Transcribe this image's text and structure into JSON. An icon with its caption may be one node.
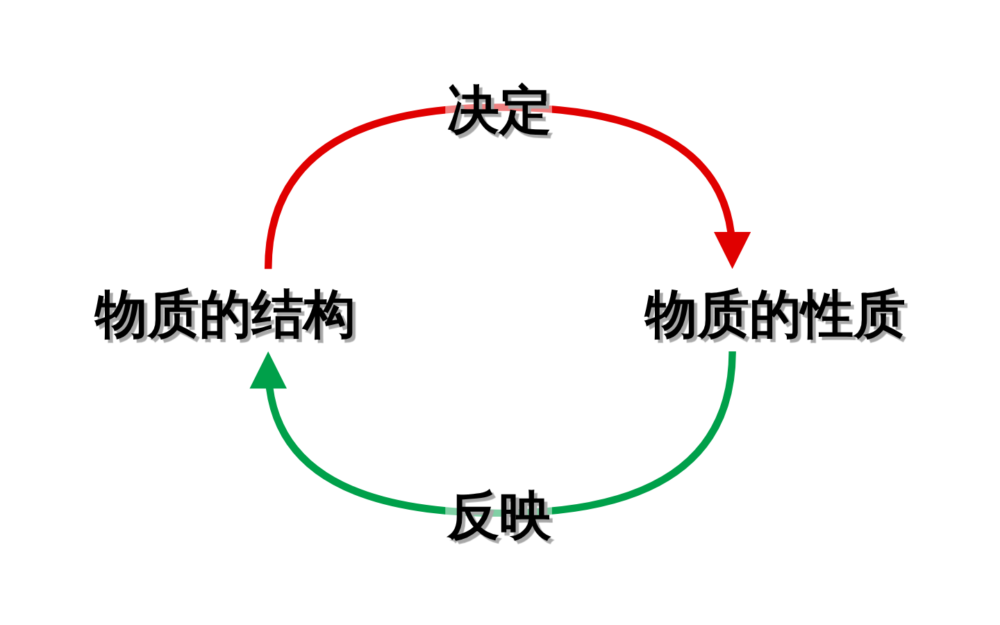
{
  "diagram": {
    "nodes": [
      {
        "text": [
          "物质的结构"
        ]
      },
      {
        "text": [
          "物质的性质"
        ]
      }
    ],
    "edges": [
      {
        "from": 0,
        "to": 1,
        "arrow": "to",
        "label": "决定",
        "color": "#e00000"
      },
      {
        "from": 1,
        "to": 0,
        "arrow": "to",
        "label": "反映",
        "color": "#00a04a"
      }
    ]
  }
}
